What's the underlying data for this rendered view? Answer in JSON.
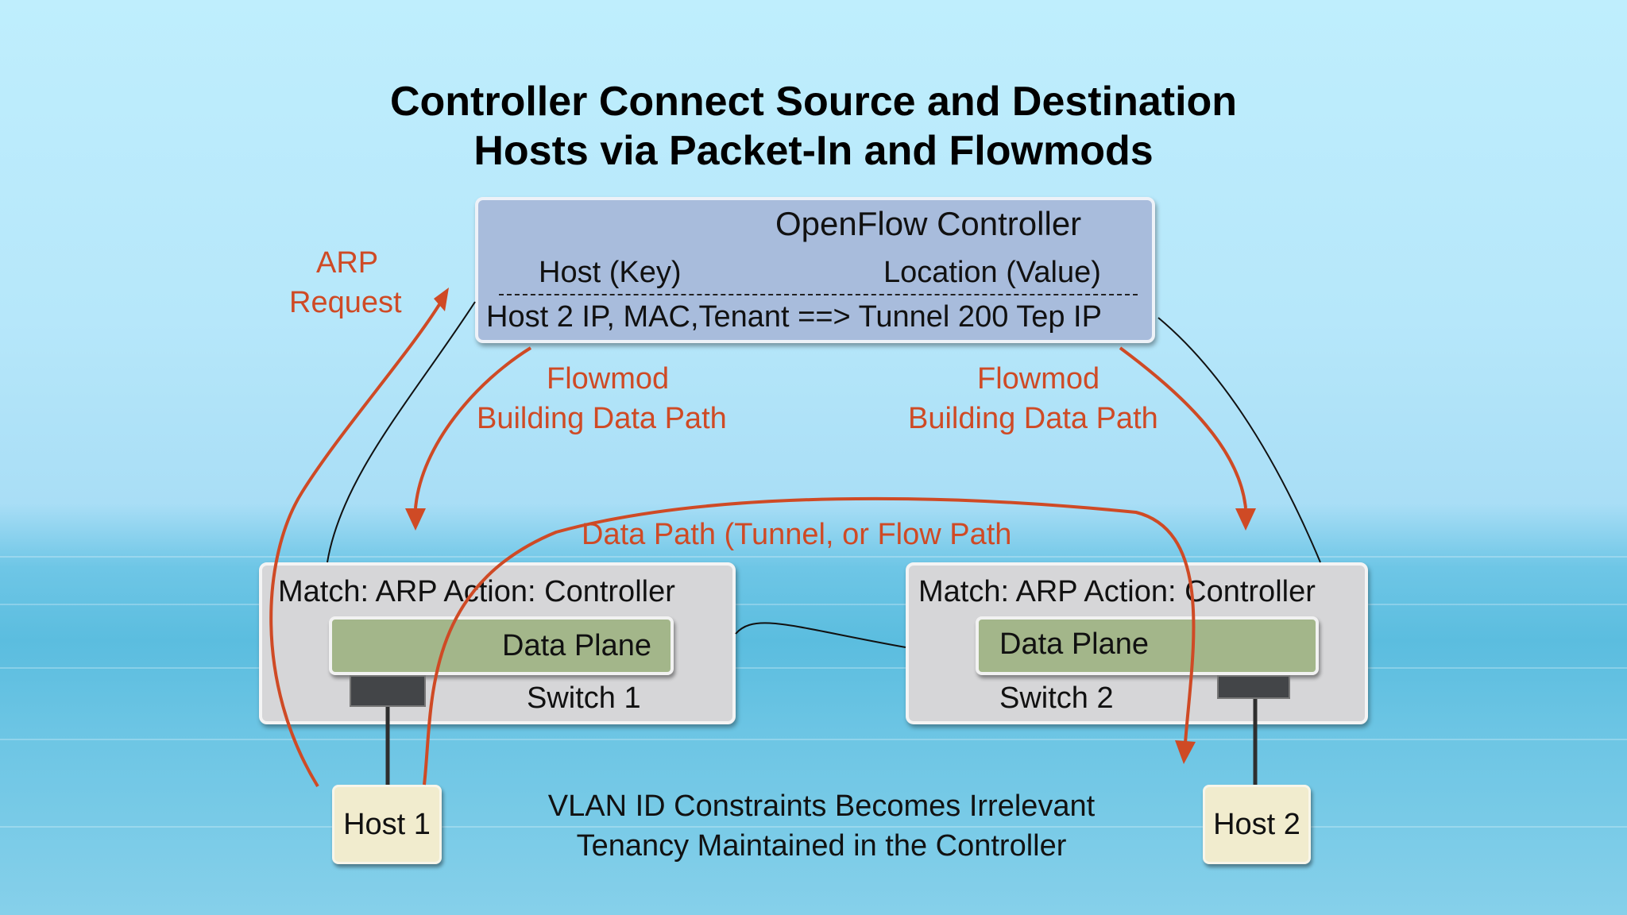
{
  "title": {
    "line1": "Controller Connect Source and Destination",
    "line2": "Hosts via Packet-In and Flowmods"
  },
  "controller": {
    "name": "OpenFlow Controller",
    "col_key": "Host (Key)",
    "col_value": "Location (Value)",
    "entry": "Host 2 IP, MAC,Tenant ==> Tunnel 200 Tep IP"
  },
  "annotations": {
    "arp_request_line1": "ARP",
    "arp_request_line2": "Request",
    "flowmod_left_line1": "Flowmod",
    "flowmod_left_line2": "Building Data Path",
    "flowmod_right_line1": "Flowmod",
    "flowmod_right_line2": "Building Data Path",
    "data_path": "Data Path (Tunnel, or Flow Path"
  },
  "switch1": {
    "rule": "Match: ARP Action: Controller",
    "dataplane": "Data Plane",
    "label": "Switch 1"
  },
  "switch2": {
    "rule": "Match: ARP Action: Controller",
    "dataplane": "Data Plane",
    "label": "Switch 2"
  },
  "hosts": {
    "host1": "Host 1",
    "host2": "Host 2"
  },
  "footer": {
    "line1": "VLAN ID Constraints Becomes Irrelevant",
    "line2": "Tenancy Maintained in the Controller"
  },
  "colors": {
    "arrow_red": "#cf4a25",
    "controller_fill": "#a8bcdc",
    "switch_fill": "#d6d6d8",
    "dataplane_fill": "#a3b68a",
    "host_fill": "#f1ecce"
  }
}
